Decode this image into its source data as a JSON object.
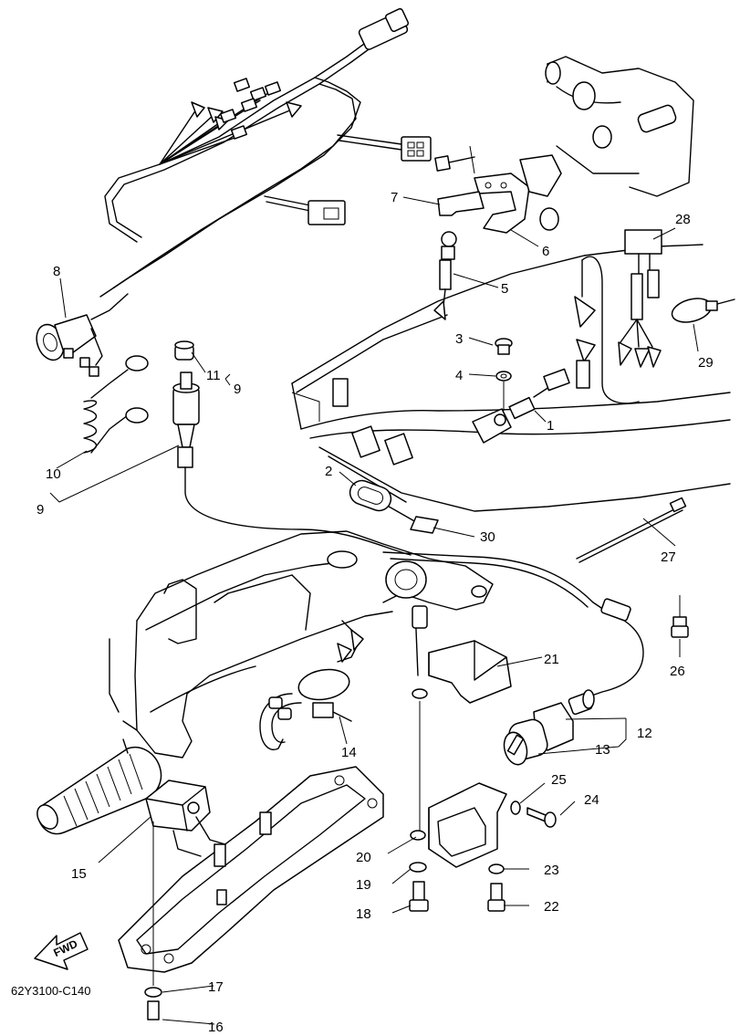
{
  "figure": {
    "reference_code": "62Y3100-C140",
    "direction_label": "FWD"
  },
  "callouts": [
    {
      "id": "c1",
      "label": "1"
    },
    {
      "id": "c2",
      "label": "2"
    },
    {
      "id": "c3",
      "label": "3"
    },
    {
      "id": "c4",
      "label": "4"
    },
    {
      "id": "c5",
      "label": "5"
    },
    {
      "id": "c6",
      "label": "6"
    },
    {
      "id": "c7",
      "label": "7"
    },
    {
      "id": "c8",
      "label": "8"
    },
    {
      "id": "c9a",
      "label": "9"
    },
    {
      "id": "c9b",
      "label": "9"
    },
    {
      "id": "c10",
      "label": "10"
    },
    {
      "id": "c11",
      "label": "11"
    },
    {
      "id": "c12",
      "label": "12"
    },
    {
      "id": "c13",
      "label": "13"
    },
    {
      "id": "c14",
      "label": "14"
    },
    {
      "id": "c15",
      "label": "15"
    },
    {
      "id": "c16",
      "label": "16"
    },
    {
      "id": "c17",
      "label": "17"
    },
    {
      "id": "c18",
      "label": "18"
    },
    {
      "id": "c19",
      "label": "19"
    },
    {
      "id": "c20",
      "label": "20"
    },
    {
      "id": "c21",
      "label": "21"
    },
    {
      "id": "c22",
      "label": "22"
    },
    {
      "id": "c23",
      "label": "23"
    },
    {
      "id": "c24",
      "label": "24"
    },
    {
      "id": "c25",
      "label": "25"
    },
    {
      "id": "c26",
      "label": "26"
    },
    {
      "id": "c27",
      "label": "27"
    },
    {
      "id": "c28",
      "label": "28"
    },
    {
      "id": "c29",
      "label": "29"
    },
    {
      "id": "c30",
      "label": "30"
    }
  ]
}
